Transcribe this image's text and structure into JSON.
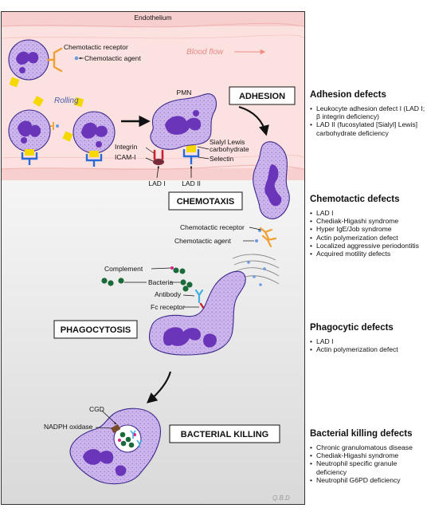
{
  "labels": {
    "endothelium": "Endothelium",
    "blood_flow": "Blood flow",
    "rolling": "Rolling",
    "pmn": "PMN",
    "chemotactic_receptor_top": "Chemotactic receptor",
    "chemotactic_agent_top": "Chemotactic agent",
    "integrin": "Integrin",
    "icam": "ICAM-I",
    "sialyl_lewis_1": "Sialyl Lewis",
    "sialyl_lewis_2": "carbohydrate",
    "selectin": "Selectin",
    "lad1": "LAD I",
    "lad2": "LAD II",
    "chemotactic_receptor": "Chemotactic receptor",
    "chemotactic_agent": "Chemotactic agent",
    "complement": "Complement",
    "bacteria": "Bacteria",
    "antibody": "Antibody",
    "fc_receptor": "Fc receptor",
    "cgd": "CGD",
    "nadph_oxidase": "NADPH oxidase",
    "signature": "Q.B.D"
  },
  "stages": {
    "adhesion": "ADHESION",
    "chemotaxis": "CHEMOTAXIS",
    "phagocytosis": "PHAGOCYTOSIS",
    "bacterial_killing": "BACTERIAL KILLING"
  },
  "defects": [
    {
      "title": "Adhesion defects",
      "items": [
        "Leukocyte adhesion defect I (LAD I; β integrin deficiency)",
        "LAD II (fucosylated [Sialyl] Lewis] carbohydrate deficiency"
      ]
    },
    {
      "title": "Chemotactic defects",
      "items": [
        "LAD I",
        "Chediak-Higashi syndrome",
        "Hyper IgE/Job syndrome",
        "Actin polymerization defect",
        "Localized aggressive periodontitis",
        "Acquired motility defects"
      ]
    },
    {
      "title": "Phagocytic defects",
      "items": [
        "LAD I",
        "Actin polymerization defect"
      ]
    },
    {
      "title": "Bacterial killing defects",
      "items": [
        "Chronic granulomatous disease",
        "Chediak-Higashi syndrome",
        "Neutrophil specific granule deficiency",
        "Neutrophil G6PD deficiency"
      ]
    }
  ],
  "colors": {
    "endothelium": "#f8cfcf",
    "vessel_lumen": "#fbe3e2",
    "cell_fill": "#cdb6ec",
    "nucleus": "#6a35b8",
    "receptor": "#f0a030",
    "chemo_agent": "#6a9ae0",
    "selectin": "#2a6ad8",
    "sialyl": "#f4d800",
    "integrin": "#cc2030",
    "bacteria": "#1a6a3a",
    "complement": "#e0208a",
    "antibody": "#40b0e0"
  }
}
